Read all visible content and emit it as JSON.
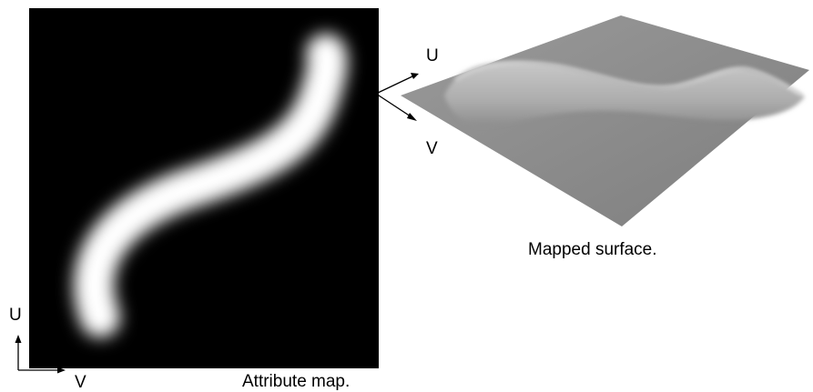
{
  "attribute_map": {
    "caption": "Attribute map.",
    "axis_u": "U",
    "axis_v": "V"
  },
  "mapped_surface": {
    "caption": "Mapped surface.",
    "axis_u": "U",
    "axis_v": "V"
  },
  "colors": {
    "map_background": "#000000",
    "map_stroke": "#ffffff",
    "surface_plane": "#8c8c8c",
    "surface_ridge": "#b8b8b8",
    "arrows": "#000000"
  }
}
